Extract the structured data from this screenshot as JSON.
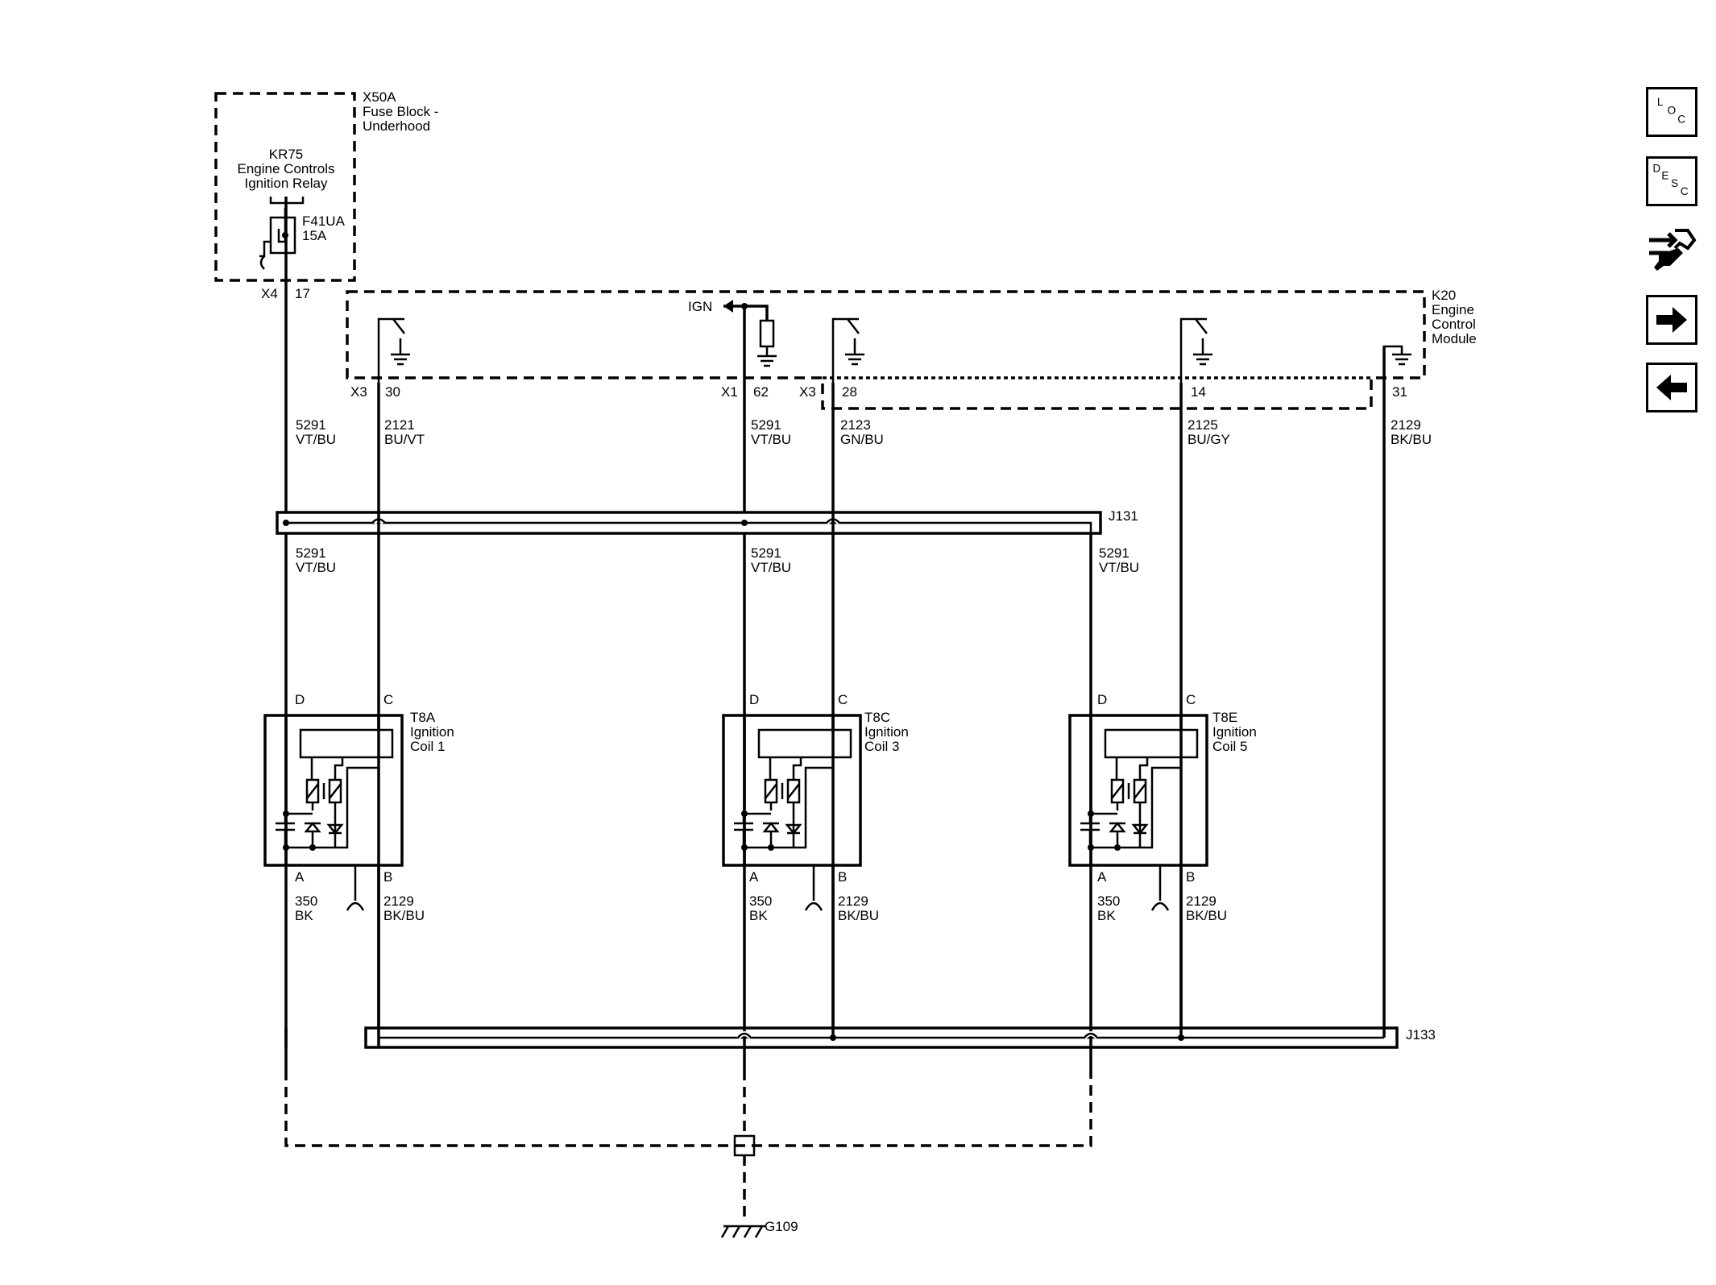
{
  "fuse_block": {
    "id": "X50A",
    "name_line1": "Fuse Block -",
    "name_line2": "Underhood",
    "relay_id": "KR75",
    "relay_line1": "Engine Controls",
    "relay_line2": "Ignition Relay",
    "fuse_id": "F41UA",
    "fuse_rating": "15A",
    "connector": "X4",
    "pin": "17"
  },
  "ecm": {
    "id": "K20",
    "line1": "Engine",
    "line2": "Control",
    "line3": "Module",
    "ign_label": "IGN",
    "pins": [
      {
        "connector": "X3",
        "pin": "30",
        "circuit": "2121",
        "color": "BU/VT"
      },
      {
        "connector": "X1",
        "pin": "62",
        "circuit": "5291",
        "color": "VT/BU"
      },
      {
        "connector": "X3",
        "pin": "28",
        "circuit": "2123",
        "color": "GN/BU"
      },
      {
        "connector": "",
        "pin": "14",
        "circuit": "2125",
        "color": "BU/GY"
      },
      {
        "connector": "",
        "pin": "31",
        "circuit": "2129",
        "color": "BK/BU"
      }
    ]
  },
  "feed_wire": {
    "circuit": "5291",
    "color": "VT/BU"
  },
  "splice_top": {
    "id": "J131",
    "wires": [
      {
        "circuit": "5291",
        "color": "VT/BU"
      },
      {
        "circuit": "5291",
        "color": "VT/BU"
      },
      {
        "circuit": "5291",
        "color": "VT/BU"
      }
    ]
  },
  "coils": [
    {
      "id": "T8A",
      "line1": "Ignition",
      "line2": "Coil 1",
      "pin_d": "D",
      "pin_c": "C",
      "pin_a": "A",
      "pin_b": "B",
      "a_circuit": "350",
      "a_color": "BK",
      "b_circuit": "2129",
      "b_color": "BK/BU"
    },
    {
      "id": "T8C",
      "line1": "Ignition",
      "line2": "Coil 3",
      "pin_d": "D",
      "pin_c": "C",
      "pin_a": "A",
      "pin_b": "B",
      "a_circuit": "350",
      "a_color": "BK",
      "b_circuit": "2129",
      "b_color": "BK/BU"
    },
    {
      "id": "T8E",
      "line1": "Ignition",
      "line2": "Coil 5",
      "pin_d": "D",
      "pin_c": "C",
      "pin_a": "A",
      "pin_b": "B",
      "a_circuit": "350",
      "a_color": "BK",
      "b_circuit": "2129",
      "b_color": "BK/BU"
    }
  ],
  "splice_bottom": {
    "id": "J133"
  },
  "ground": {
    "id": "G109"
  },
  "nav": {
    "loc": [
      "L",
      "O",
      "C"
    ],
    "desc": [
      "D",
      "E",
      "S",
      "C"
    ],
    "icons": [
      "loc-icon",
      "desc-icon",
      "connector-repair-icon",
      "next-arrow-icon",
      "back-arrow-icon"
    ]
  }
}
